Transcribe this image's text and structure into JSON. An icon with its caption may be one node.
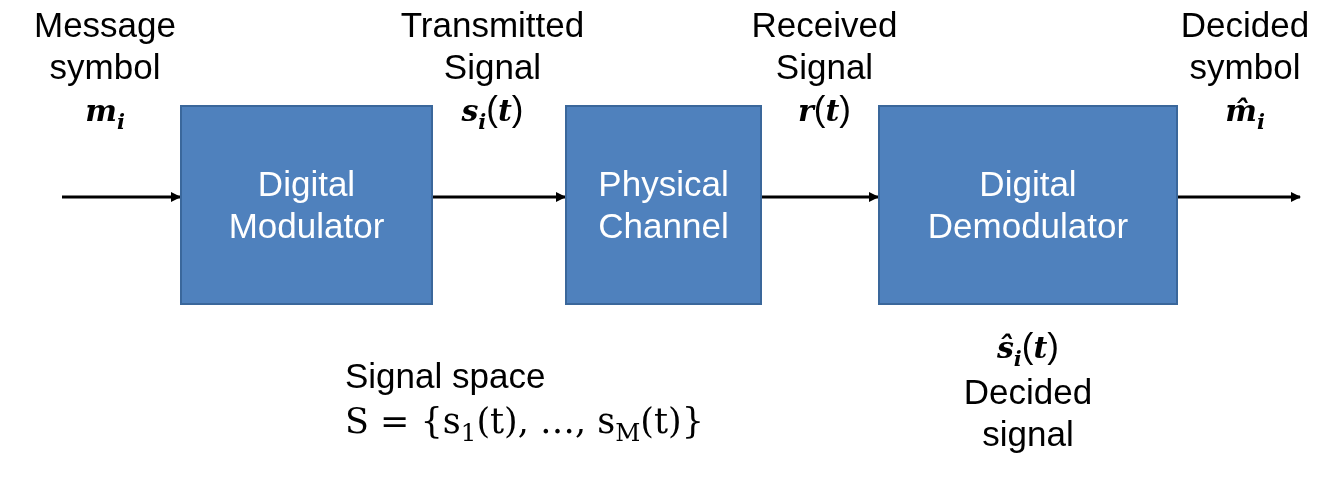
{
  "diagram": {
    "nodes": [
      {
        "text": [
          "Digital Modulator"
        ]
      },
      {
        "text": [
          "Physical Channel"
        ]
      },
      {
        "text": [
          "Digital Demodulator"
        ],
        "beside": [
          "*ŝ*$_{i}$(*t*) Decided signal"
        ]
      }
    ],
    "edges": [
      {
        "from": null,
        "to": 0,
        "arrow": "to",
        "label": "Message symbol *m*$_{i}$"
      },
      {
        "from": 0,
        "to": 1,
        "arrow": "to",
        "label": "Transmitted Signal *s*$_{i}$(*t*)"
      },
      {
        "from": 1,
        "to": 2,
        "arrow": "to",
        "label": "Received Signal *r*(*t*)"
      },
      {
        "from": 2,
        "to": null,
        "arrow": "to",
        "label": "Decided symbol *m̂*$_{i}$"
      }
    ],
    "labels": [
      "Signal space",
      "S = {s$_{1}$(t), …, s$_{M}$(t)}"
    ]
  }
}
